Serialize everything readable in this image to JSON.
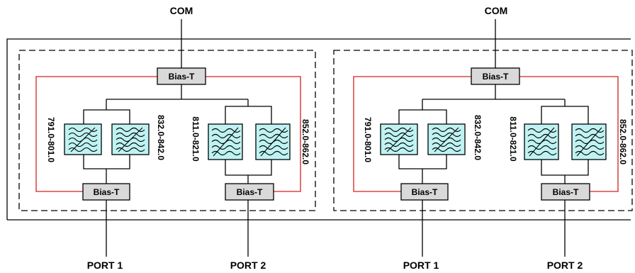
{
  "modules": [
    {
      "com_label": "COM",
      "port1_label": "PORT 1",
      "port2_label": "PORT 2",
      "bias_top": "Bias-T",
      "bias_left": "Bias-T",
      "bias_right": "Bias-T",
      "bands": [
        "791.0-801.0",
        "832.0-842.0",
        "811.0-821.0",
        "852.0-862.0"
      ]
    },
    {
      "com_label": "COM",
      "port1_label": "PORT 1",
      "port2_label": "PORT 2",
      "bias_top": "Bias-T",
      "bias_left": "Bias-T",
      "bias_right": "Bias-T",
      "bands": [
        "791.0-801.0",
        "832.0-842.0",
        "811.0-821.0",
        "852.0-862.0"
      ]
    }
  ],
  "colors": {
    "dc_path": "#d62020",
    "filter_fill": "#bff3f3",
    "bias_fill": "#d9d9d9"
  }
}
